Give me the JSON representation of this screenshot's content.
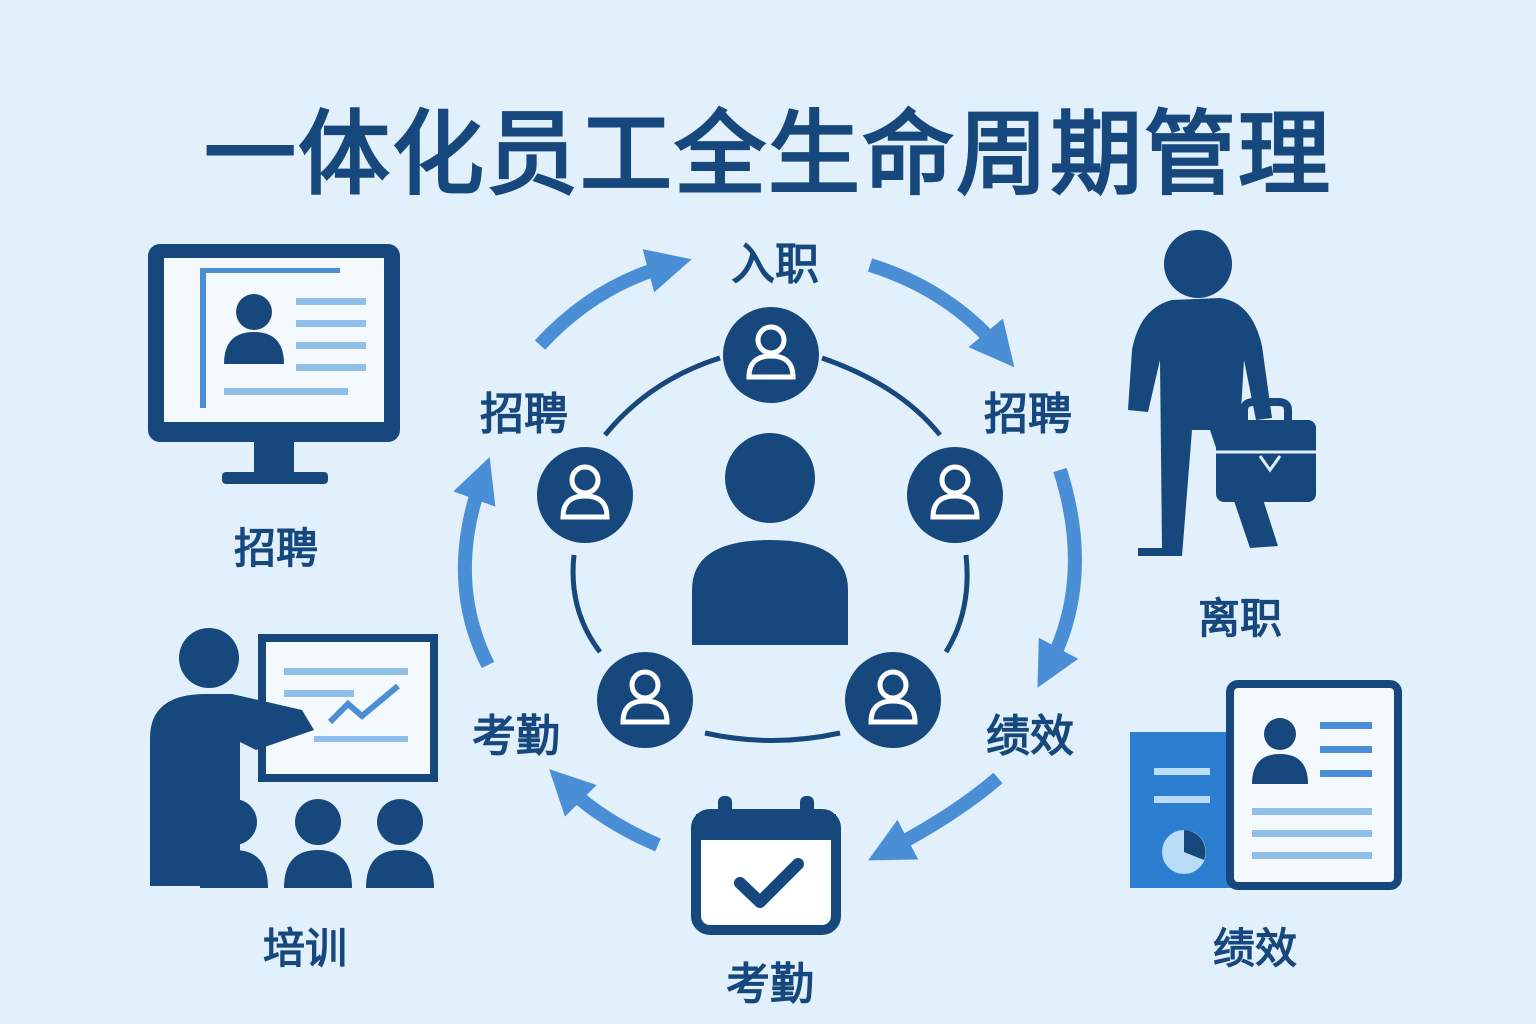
{
  "title": "一体化员工全生命周期管理",
  "colors": {
    "background": "#e1f0fb",
    "primary": "#17487d",
    "arrow": "#4a8fd6",
    "light": "#8fc0ea",
    "screen": "#f4f9fe"
  },
  "cycle": {
    "labels": {
      "top": "入职",
      "upper_left": "招聘",
      "upper_right": "招聘",
      "lower_left": "考勤",
      "lower_right": "绩效",
      "bottom": "考勤"
    }
  },
  "side_panels": {
    "recruitment": {
      "label": "招聘",
      "icon": "monitor-resume-icon"
    },
    "training": {
      "label": "培训",
      "icon": "presenter-audience-icon"
    },
    "offboarding": {
      "label": "离职",
      "icon": "walking-person-briefcase-icon"
    },
    "performance": {
      "label": "绩效",
      "icon": "report-documents-icon"
    }
  },
  "center_icon": "person-icon",
  "bottom_icon": "calendar-check-icon"
}
